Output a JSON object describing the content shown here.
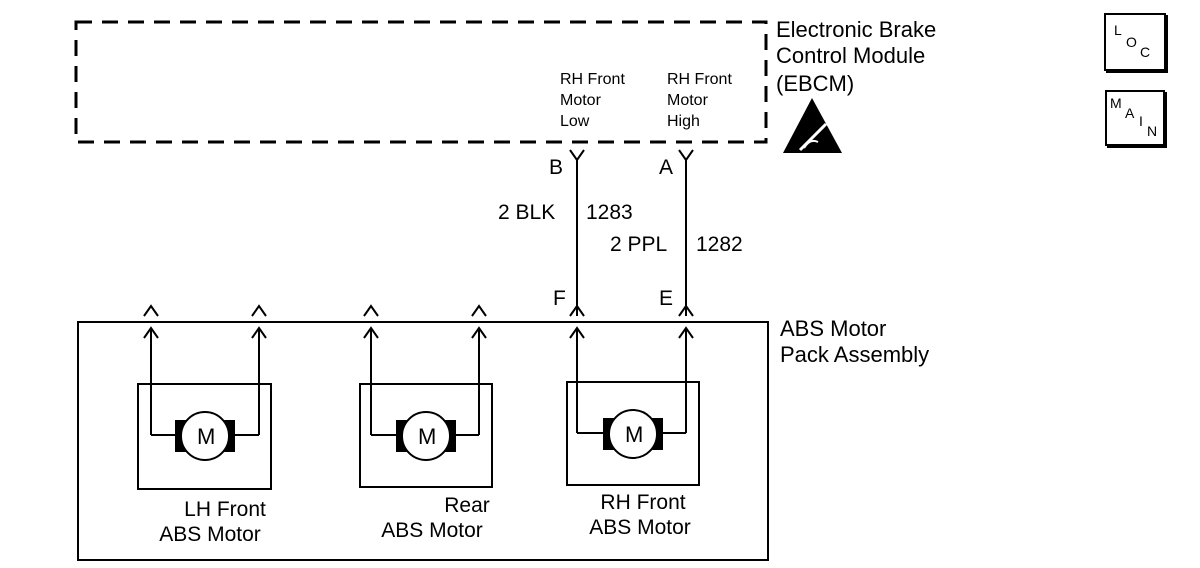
{
  "ebcm": {
    "name_line1": "Electronic Brake",
    "name_line2": "Control Module",
    "name_line3": "(EBCM)",
    "pins": [
      {
        "line1": "RH Front",
        "line2": "Motor",
        "line3": "Low"
      },
      {
        "line1": "RH Front",
        "line2": "Motor",
        "line3": "High"
      }
    ]
  },
  "connectors": {
    "ebcm_low": "B",
    "ebcm_high": "A",
    "pack_low": "F",
    "pack_high": "E"
  },
  "wires": [
    {
      "gauge_color": "2 BLK",
      "circuit": "1283"
    },
    {
      "gauge_color": "2 PPL",
      "circuit": "1282"
    }
  ],
  "pack": {
    "name_line1": "ABS Motor",
    "name_line2": "Pack Assembly"
  },
  "motors": [
    {
      "symbol": "M",
      "line1": "LH Front",
      "line2": "ABS Motor"
    },
    {
      "symbol": "M",
      "line1": "Rear",
      "line2": "ABS Motor"
    },
    {
      "symbol": "M",
      "line1": "RH Front",
      "line2": "ABS Motor"
    }
  ],
  "icons": {
    "loc": [
      "L",
      "O",
      "C"
    ],
    "main": [
      "M",
      "A",
      "I",
      "N"
    ],
    "esd": "esd-warning-icon"
  }
}
